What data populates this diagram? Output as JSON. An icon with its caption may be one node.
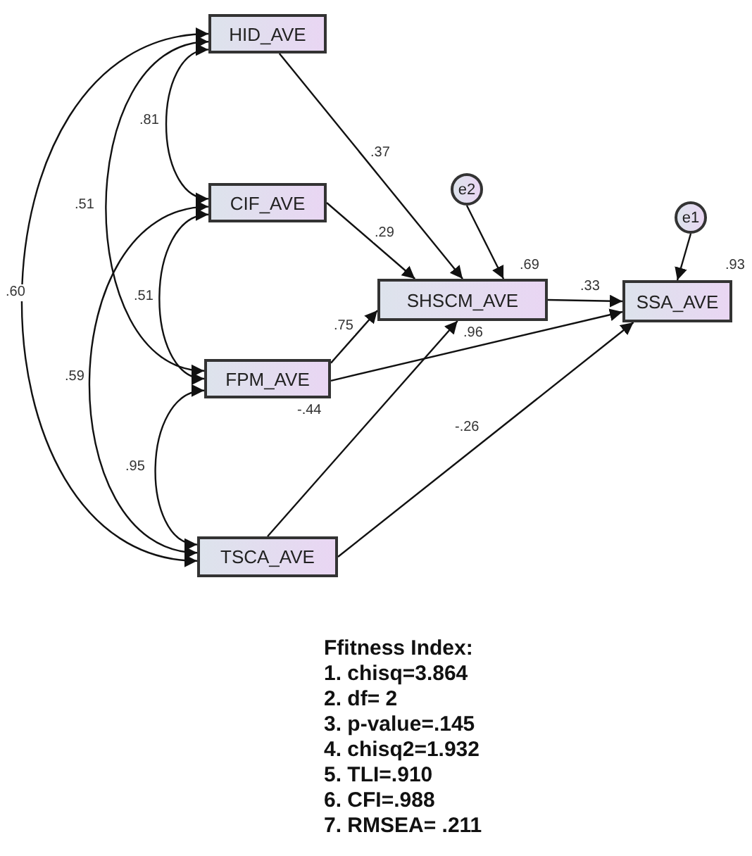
{
  "diagram": {
    "nodes": [
      {
        "text": [
          "HID_AVE"
        ]
      },
      {
        "text": [
          "CIF_AVE"
        ]
      },
      {
        "text": [
          "FPM_AVE"
        ]
      },
      {
        "text": [
          "TSCA_AVE"
        ]
      },
      {
        "text": [
          "SHSCM_AVE"
        ],
        "beside": [
          ".69"
        ]
      },
      {
        "text": [
          "SSA_AVE"
        ],
        "beside": [
          ".93"
        ]
      },
      {
        "text": [
          "e2"
        ]
      },
      {
        "text": [
          "e1"
        ]
      }
    ],
    "edges": [
      {
        "from": 0,
        "to": 1,
        "arrow": "both",
        "label": ".81"
      },
      {
        "from": 0,
        "to": 2,
        "arrow": "both",
        "label": ".51"
      },
      {
        "from": 0,
        "to": 3,
        "arrow": "both",
        "label": ".60"
      },
      {
        "from": 1,
        "to": 2,
        "arrow": "both",
        "label": ".51"
      },
      {
        "from": 1,
        "to": 3,
        "arrow": "both",
        "label": ".59"
      },
      {
        "from": 2,
        "to": 3,
        "arrow": "both",
        "label": ".95"
      },
      {
        "from": 0,
        "to": 4,
        "arrow": "to",
        "label": ".37"
      },
      {
        "from": 1,
        "to": 4,
        "arrow": "to",
        "label": ".29"
      },
      {
        "from": 2,
        "to": 4,
        "arrow": "to",
        "label": ".75"
      },
      {
        "from": 3,
        "to": 4,
        "arrow": "to",
        "label": "-.44"
      },
      {
        "from": 6,
        "to": 4,
        "arrow": "to"
      },
      {
        "from": 4,
        "to": 5,
        "arrow": "to",
        "label": ".33"
      },
      {
        "from": 2,
        "to": 5,
        "arrow": "to",
        "label": ".96"
      },
      {
        "from": 3,
        "to": 5,
        "arrow": "to",
        "label": "-.26"
      },
      {
        "from": 7,
        "to": 5,
        "arrow": "to"
      }
    ],
    "labels": [
      "Ffitness Index:",
      "1. chisq=3.864",
      "2. df= 2",
      "3. p-value=.145",
      "4. chisq2=1.932",
      "5. TLI=.910",
      "6. CFI=.988",
      "7. RMSEA= .211"
    ]
  }
}
